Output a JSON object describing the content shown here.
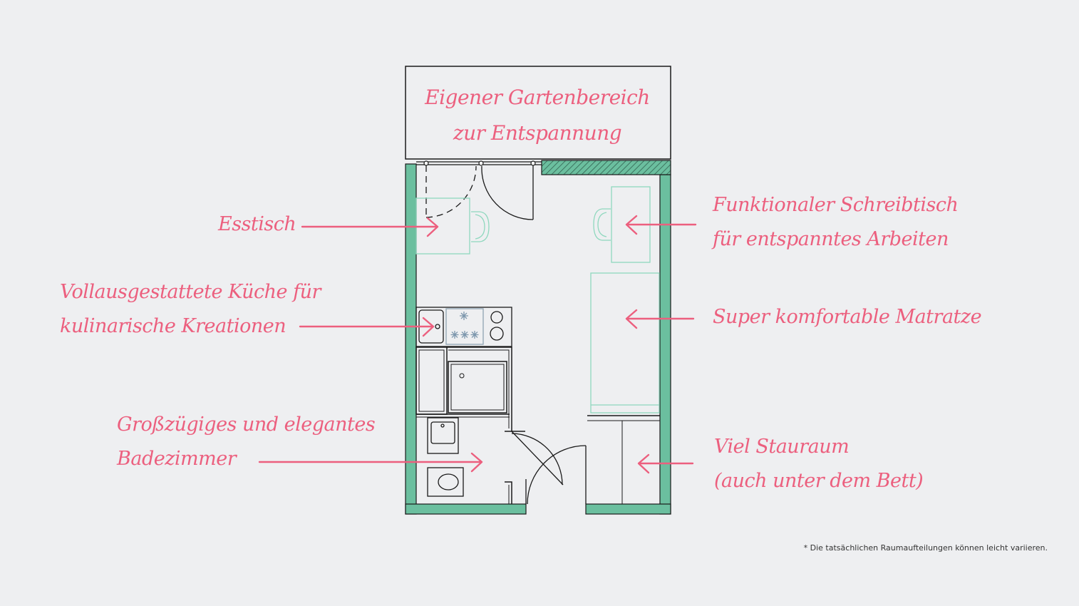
{
  "colors": {
    "background": "#eeeff1",
    "label": "#ec5f7e",
    "wall": "#6bbf9f",
    "wall_outline": "#1a1a1a",
    "furniture_mint": "#8fd8be",
    "lines": "#1a1a1a"
  },
  "labels": {
    "garden": [
      "Eigener Gartenbereich",
      "zur Entspannung"
    ],
    "dining": [
      "Esstisch"
    ],
    "kitchen": [
      "Vollausgestattete Küche für",
      "kulinarische Kreationen"
    ],
    "bathroom": [
      "Großzügiges und elegantes",
      "Badezimmer"
    ],
    "desk": [
      "Funktionaler Schreibtisch",
      "für entspanntes Arbeiten"
    ],
    "mattress": [
      "Super komfortable Matratze"
    ],
    "storage": [
      "Viel Stauraum",
      "(auch unter dem Bett)"
    ]
  },
  "footnote": "* Die tatsächlichen Raumaufteilungen können leicht variieren."
}
